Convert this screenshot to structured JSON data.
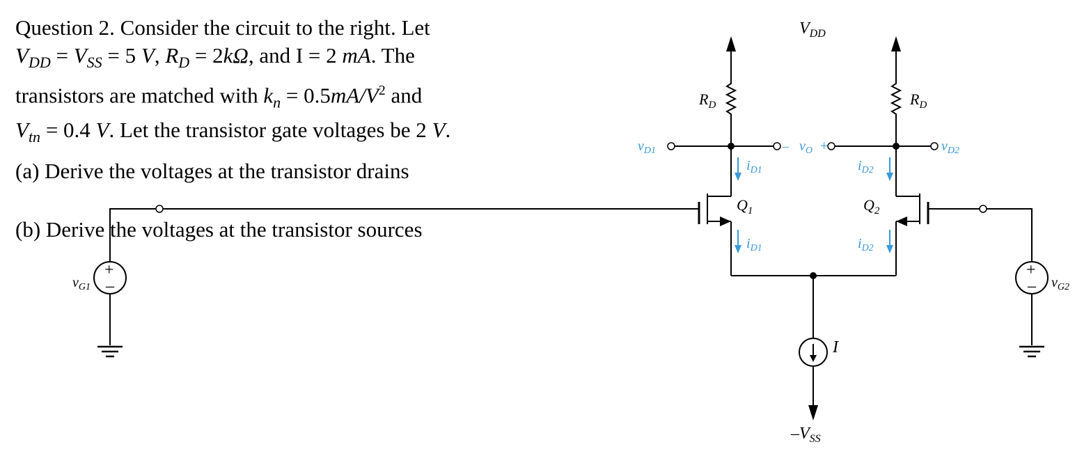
{
  "question": {
    "intro": "Question 2.  Consider the circuit to the right.  Let",
    "v_dd": "V",
    "v_dd_sub": "DD",
    "eq1": " = ",
    "v_ss": "V",
    "v_ss_sub": "SS",
    "eq2": " = 5 ",
    "unit_v1": "V",
    "sep1": ", ",
    "r_d": "R",
    "r_d_sub": "D",
    "eq3": " = 2",
    "kohm": "kΩ",
    "and_i": ", and I = 2 ",
    "ma": "mA",
    "the": ".  The",
    "line3": "transistors are matched with ",
    "k_n": "k",
    "k_n_sub": "n",
    "eq4": " = 0.5",
    "kn_unit": "mA/V",
    "kn_exp": "2",
    "and2": " and",
    "v_tn": "V",
    "v_tn_sub": "tn",
    "eq5": " = 0.4 ",
    "unit_v2": "V",
    "line4_tail": ". Let the transistor gate voltages be 2 ",
    "unit_v3": "V",
    "period": ".",
    "part_a": "(a) Derive the voltages at the transistor drains",
    "part_b": "(b) Derive the voltages at the transistor sources"
  },
  "circuit": {
    "vdd_label": "V",
    "vdd_sub": "DD",
    "rd_left": "R",
    "rd_left_sub": "D",
    "rd_right": "R",
    "rd_right_sub": "D",
    "vd1": "v",
    "vd1_sub": "D1",
    "vo_minus": "–",
    "vo": "v",
    "vo_sub": "O",
    "vo_plus": "+",
    "vd2": "v",
    "vd2_sub": "D2",
    "id1_top": "i",
    "id1_top_sub": "D1",
    "id2_top": "i",
    "id2_top_sub": "D2",
    "id1_bot": "i",
    "id1_bot_sub": "D1",
    "id2_bot": "i",
    "id2_bot_sub": "D2",
    "q1": "Q",
    "q1_sub": "1",
    "q2": "Q",
    "q2_sub": "2",
    "vg1": "v",
    "vg1_sub": "G1",
    "vg2": "v",
    "vg2_sub": "G2",
    "plus1": "+",
    "minus1": "–",
    "plus2": "+",
    "minus2": "–",
    "i_label": "I",
    "vss_minus": "–",
    "vss": "V",
    "vss_sub": "SS",
    "annotation_color": "#3a9ad9"
  }
}
